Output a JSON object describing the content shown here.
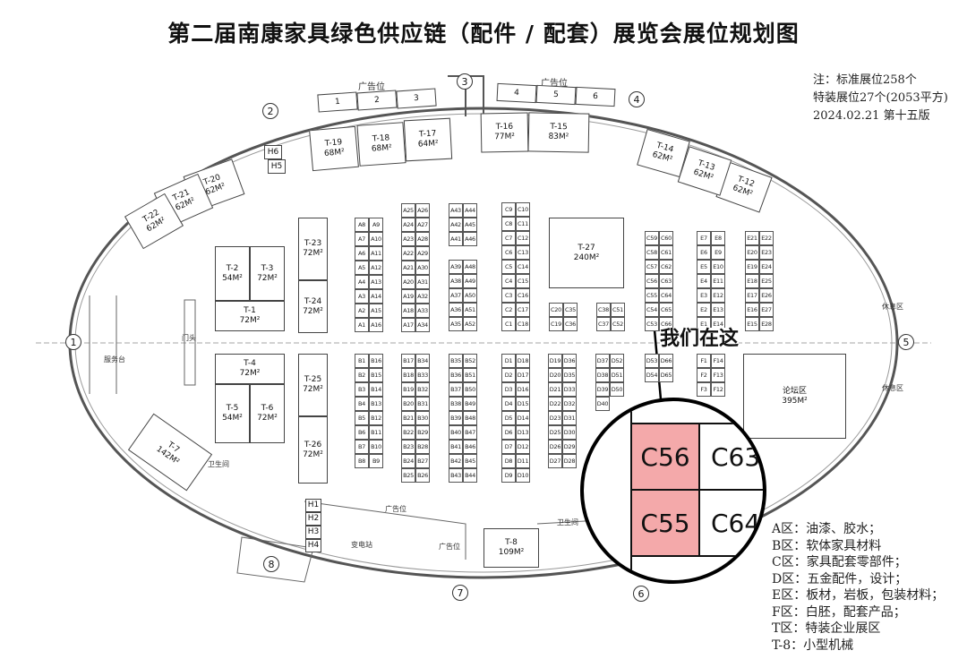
{
  "title": "第二届南康家具绿色供应链（配件 / 配套）展览会展位规划图",
  "notes": [
    "注：标准展位258个",
    "特装展位27个(2053平方)",
    "2024.02.21 第十五版"
  ],
  "legend": [
    "A区：油漆、胶水；",
    "B区：软体家具材料",
    "C区：家具配套零部件；",
    "D区：五金配件，设计；",
    "E区：板材，岩板，包装材料；",
    "F区：白胚，配套产品；",
    "T区：特装企业展区",
    "T-8：小型机械"
  ],
  "annotation": "我们在这",
  "highlight_color": "#f4a9aa",
  "magnifier": {
    "highlighted": [
      "C56",
      "C55"
    ],
    "neighbors": [
      "C63",
      "C64"
    ]
  },
  "entrances": [
    "1",
    "2",
    "3",
    "4",
    "5",
    "6",
    "7",
    "8"
  ],
  "ad_spaces": {
    "label": "广告位",
    "top_left": [
      "1",
      "2",
      "3"
    ],
    "top_right": [
      "4",
      "5",
      "6"
    ]
  },
  "special_booths": [
    {
      "id": "T-1",
      "area": "72M²"
    },
    {
      "id": "T-2",
      "area": "54M²"
    },
    {
      "id": "T-3",
      "area": "72M²"
    },
    {
      "id": "T-4",
      "area": "72M²"
    },
    {
      "id": "T-5",
      "area": "54M²"
    },
    {
      "id": "T-6",
      "area": "72M²"
    },
    {
      "id": "T-7",
      "area": "142M²"
    },
    {
      "id": "T-8",
      "area": "109M²"
    },
    {
      "id": "T-12",
      "area": "62M²"
    },
    {
      "id": "T-13",
      "area": "62M²"
    },
    {
      "id": "T-14",
      "area": "62M²"
    },
    {
      "id": "T-15",
      "area": "83M²"
    },
    {
      "id": "T-16",
      "area": "77M²"
    },
    {
      "id": "T-17",
      "area": "64M²"
    },
    {
      "id": "T-18",
      "area": "68M²"
    },
    {
      "id": "T-19",
      "area": "68M²"
    },
    {
      "id": "T-20",
      "area": "62M²"
    },
    {
      "id": "T-21",
      "area": "62M²"
    },
    {
      "id": "T-22",
      "area": "62M²"
    },
    {
      "id": "T-23",
      "area": "72M²"
    },
    {
      "id": "T-24",
      "area": "72M²"
    },
    {
      "id": "T-25",
      "area": "72M²"
    },
    {
      "id": "T-26",
      "area": "72M²"
    },
    {
      "id": "T-27",
      "area": "240M²"
    },
    {
      "id": "论坛区",
      "area": "395M²"
    }
  ],
  "misc_labels": {
    "h_booths": [
      "H1",
      "H2",
      "H3",
      "H4",
      "H5",
      "H6"
    ],
    "substation": "变电站",
    "restroom": "卫生间",
    "service_desk": "服务台",
    "rest_area": "休息区",
    "door": "门头",
    "ad_label": "广告位"
  },
  "booth_grids": {
    "A1": [
      [
        "A8",
        "A7",
        "A6",
        "A5",
        "A4",
        "A3",
        "A2",
        "A1"
      ],
      [
        "A9",
        "A10",
        "A11",
        "A12",
        "A13",
        "A14",
        "A15",
        "A16"
      ]
    ],
    "A2": [
      [
        "A25",
        "A24",
        "A23",
        "A22",
        "A21",
        "A20",
        "A19",
        "A18",
        "A17"
      ],
      [
        "A26",
        "A27",
        "A28",
        "A29",
        "A30",
        "A31",
        "A32",
        "A33",
        "A34"
      ]
    ],
    "A3": [
      [
        "A43",
        "A42",
        "A41"
      ],
      [
        "A44",
        "A45",
        "A46"
      ]
    ],
    "A4": [
      [
        "A39",
        "A38",
        "A37",
        "A36",
        "A35"
      ],
      [
        "A48",
        "A49",
        "A50",
        "A51",
        "A52"
      ]
    ],
    "C1": [
      [
        "C9",
        "C8",
        "C7",
        "C6",
        "C5",
        "C4",
        "C3",
        "C2",
        "C1"
      ],
      [
        "C10",
        "C11",
        "C12",
        "C13",
        "C14",
        "C15",
        "C16",
        "C17",
        "C18"
      ]
    ],
    "C2": [
      [
        "C20",
        "C19"
      ],
      [
        "C35",
        "C36"
      ]
    ],
    "C3": [
      [
        "C38",
        "C37"
      ],
      [
        "C51",
        "C52"
      ]
    ],
    "C4": [
      [
        "C59",
        "C58",
        "C57",
        "C56",
        "C55",
        "C54",
        "C53"
      ],
      [
        "C60",
        "C61",
        "C62",
        "C63",
        "C64",
        "C65",
        "C66"
      ]
    ],
    "E1": [
      [
        "E7",
        "E6",
        "E5",
        "E4",
        "E3",
        "E2",
        "E1"
      ],
      [
        "E8",
        "E9",
        "E10",
        "E11",
        "E12",
        "E13",
        "E14"
      ]
    ],
    "E2": [
      [
        "E21",
        "E20",
        "E19",
        "E18",
        "E17",
        "E16",
        "E15"
      ],
      [
        "E22",
        "E23",
        "E24",
        "E25",
        "E26",
        "E27",
        "E28"
      ]
    ],
    "B1": [
      [
        "B1",
        "B2",
        "B3",
        "B4",
        "B5",
        "B6",
        "B7",
        "B8"
      ],
      [
        "B16",
        "B15",
        "B14",
        "B13",
        "B12",
        "B11",
        "B10",
        "B9"
      ]
    ],
    "B2": [
      [
        "B17",
        "B18",
        "B19",
        "B20",
        "B21",
        "B22",
        "B23",
        "B24",
        "B25"
      ],
      [
        "B34",
        "B33",
        "B32",
        "B31",
        "B30",
        "B29",
        "B28",
        "B27",
        "B26"
      ]
    ],
    "B3": [
      [
        "B35",
        "B36",
        "B37",
        "B38",
        "B39",
        "B40",
        "B41",
        "B42",
        "B43"
      ],
      [
        "B52",
        "B51",
        "B50",
        "B49",
        "B48",
        "B47",
        "B46",
        "B45",
        "B44"
      ]
    ],
    "D1": [
      [
        "D1",
        "D2",
        "D3",
        "D4",
        "D5",
        "D6",
        "D7",
        "D8",
        "D9"
      ],
      [
        "D18",
        "D17",
        "D16",
        "D15",
        "D14",
        "D13",
        "D12",
        "D11",
        "D10"
      ]
    ],
    "D2": [
      [
        "D19",
        "D20",
        "D21",
        "D22",
        "D23",
        "D25",
        "D26",
        "D27"
      ],
      [
        "D36",
        "D35",
        "D33",
        "D32",
        "D31",
        "D30",
        "D29",
        "D28"
      ]
    ],
    "D3": [
      [
        "D37",
        "D38",
        "D39",
        "D40"
      ],
      [
        "D52",
        "D51",
        "D50",
        ""
      ]
    ],
    "D4": [
      [
        "D53",
        "D54"
      ],
      [
        "D66",
        "D65"
      ]
    ],
    "F1": [
      [
        "F1",
        "F2",
        "F3"
      ],
      [
        "F14",
        "F13",
        "F12"
      ]
    ]
  }
}
